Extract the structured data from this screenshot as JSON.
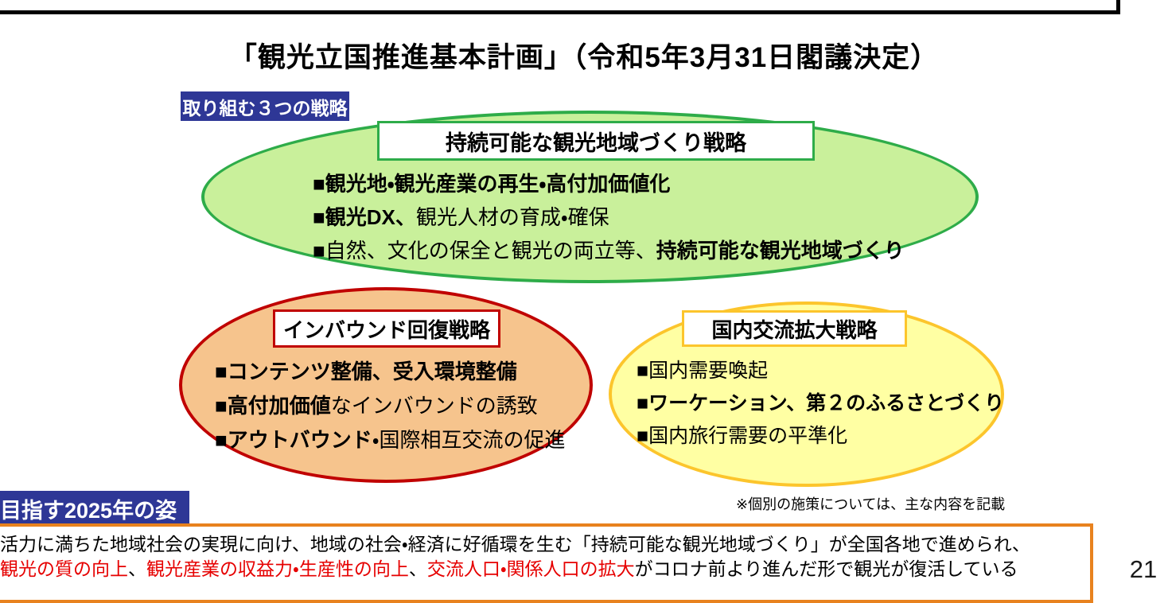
{
  "title": "「観光立国推進基本計画」（令和5年3月31日閣議決定）",
  "strategies_label": "取り組む３つの戦略",
  "colors": {
    "navy": "#2e3796",
    "green_border": "#2eac49",
    "green_fill": "#c9f09b",
    "red_border": "#c00000",
    "orange_fill": "#f6c48d",
    "yellow_border": "#fcc52c",
    "yellow_fill": "#ffffa3",
    "vision_border": "#e8821e",
    "red_text": "#e60000"
  },
  "ellipses": [
    {
      "id": "sustainable-region",
      "title": "持続可能な観光地域づくり戦略",
      "bullets": [
        [
          {
            "text": "■観光地・観光産業の再生・高付加価値化",
            "bold": true
          }
        ],
        [
          {
            "text": "■観光DX、",
            "bold": true
          },
          {
            "text": "観光人材の育成・確保",
            "bold": false
          }
        ],
        [
          {
            "text": "■自然、文化の保全と観光の両立等、",
            "bold": false
          },
          {
            "text": "持続可能な観光地域づくり",
            "bold": true
          }
        ]
      ]
    },
    {
      "id": "inbound-recovery",
      "title": "インバウンド回復戦略",
      "bullets": [
        [
          {
            "text": "■コンテンツ整備、受入環境整備",
            "bold": true
          }
        ],
        [
          {
            "text": "■高付加価値",
            "bold": true
          },
          {
            "text": "なインバウンドの誘致",
            "bold": false
          }
        ],
        [
          {
            "text": "■アウトバウンド",
            "bold": true
          },
          {
            "text": "・国際相互交流の促進",
            "bold": false
          }
        ]
      ]
    },
    {
      "id": "domestic-exchange",
      "title": "国内交流拡大戦略",
      "bullets": [
        [
          {
            "text": "■国内需要喚起",
            "bold": false
          }
        ],
        [
          {
            "text": "■ワーケーション、第２のふるさとづくり",
            "bold": true
          }
        ],
        [
          {
            "text": "■国内旅行需要の平準化",
            "bold": false
          }
        ]
      ]
    }
  ],
  "footnote": "※個別の施策については、主な内容を記載",
  "vision": {
    "label": "目指す2025年の姿",
    "lines": [
      [
        {
          "text": "活力に満ちた地域社会",
          "bold": true
        },
        {
          "text": "の実現に向け、",
          "bold": false
        },
        {
          "text": "地域の社会・経済に好循環",
          "bold": true
        },
        {
          "text": "を生む",
          "bold": false
        },
        {
          "text": "「持続可能な観光地域づくり」",
          "bold": true
        },
        {
          "text": "が",
          "bold": false
        },
        {
          "text": "全国各地",
          "bold": true
        },
        {
          "text": "で進められ、",
          "bold": false
        }
      ],
      [
        {
          "text": "観光の質の向上",
          "bold": true,
          "color": "#e60000"
        },
        {
          "text": "、",
          "bold": false
        },
        {
          "text": "観光産業の収益力・生産性の向上",
          "bold": true,
          "color": "#e60000"
        },
        {
          "text": "、",
          "bold": false
        },
        {
          "text": "交流人口・関係人口の拡大",
          "bold": true,
          "color": "#e60000"
        },
        {
          "text": "が",
          "bold": false
        },
        {
          "text": "コロナ前より進んだ形で観光が復活",
          "bold": true
        },
        {
          "text": "している",
          "bold": false
        }
      ]
    ]
  },
  "page_number": "21"
}
